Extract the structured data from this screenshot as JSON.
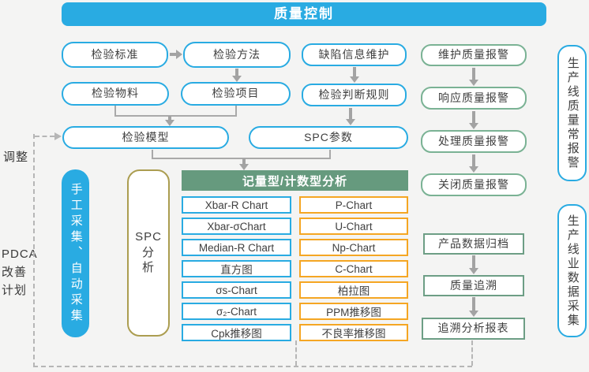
{
  "title": "质量控制",
  "left_labels": {
    "adjust": "调整",
    "pdca_lines": [
      "PDCA",
      "改善",
      "计划"
    ]
  },
  "nodes": {
    "inspection_standard": "检验标准",
    "inspection_method": "检验方法",
    "defect_info_maintenance": "缺陷信息维护",
    "maintain_quality_alarm": "维护质量报警",
    "inspection_material": "检验物料",
    "inspection_item": "检验项目",
    "inspection_judgment_rule": "检验判断规则",
    "respond_quality_alarm": "响应质量报警",
    "inspection_model": "检验模型",
    "spc_parameters": "SPC参数",
    "handle_quality_alarm": "处理质量报警",
    "close_quality_alarm": "关闭质量报警",
    "manual_auto_collection": "手工采集、自动采集",
    "spc_analysis_lines": [
      "SPC",
      "分",
      "析"
    ],
    "analysis_header": "记量型/计数型分析",
    "product_data_archive": "产品数据归档",
    "quality_trace": "质量追溯",
    "trace_analysis_report": "追溯分析报表",
    "line_quality_alarm": "生产线质量常报警",
    "line_data_collection": "生产线业数据采集"
  },
  "charts": {
    "metric": [
      "Xbar-R Chart",
      "Xbar-σChart",
      "Median-R Chart",
      "直方图",
      "σs-Chart",
      "σ₂-Chart",
      "Cpk推移图"
    ],
    "count": [
      "P-Chart",
      "U-Chart",
      "Np-Chart",
      "C-Chart",
      "柏拉图",
      "PPM推移图",
      "不良率推移图"
    ]
  },
  "colors": {
    "accent_blue": "#29abe2",
    "header_green": "#669a7e",
    "green_border": "#7ab294",
    "orange_border": "#f5a623",
    "olive_border": "#ab9d50",
    "arrow_gray": "#a3a3a3",
    "background": "#f4f4f3",
    "text": "#3f3f3f"
  }
}
